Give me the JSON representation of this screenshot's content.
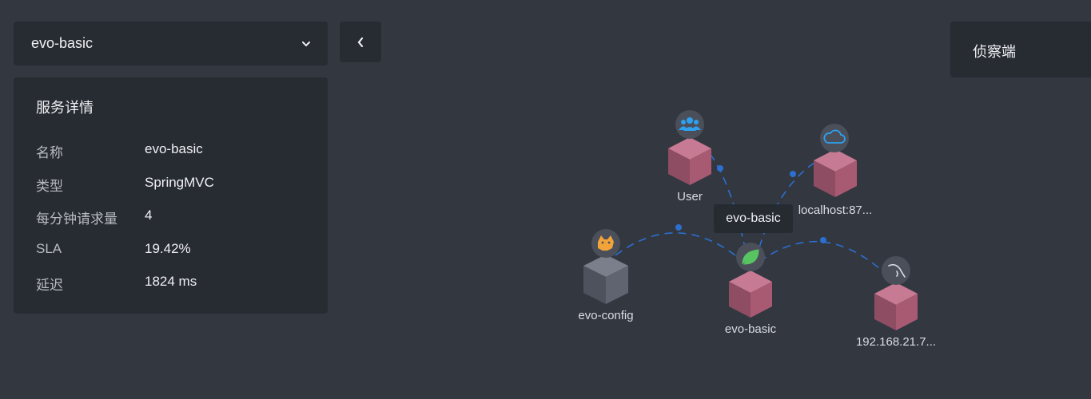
{
  "service_selector": {
    "value": "evo-basic"
  },
  "details": {
    "title": "服务详情",
    "rows": [
      {
        "key": "名称",
        "value": "evo-basic"
      },
      {
        "key": "类型",
        "value": "SpringMVC"
      },
      {
        "key": "每分钟请求量",
        "value": "4"
      },
      {
        "key": "SLA",
        "value": "19.42%"
      },
      {
        "key": "延迟",
        "value": "1824 ms"
      }
    ]
  },
  "detective_button": {
    "label": "侦察端"
  },
  "tooltip": {
    "text": "evo-basic"
  },
  "topology": {
    "nodes": [
      {
        "label": "User",
        "icon": "users-icon"
      },
      {
        "label": "localhost:87...",
        "icon": "cloud-icon"
      },
      {
        "label": "evo-config",
        "icon": "tomcat-icon"
      },
      {
        "label": "evo-basic",
        "icon": "spring-leaf-icon"
      },
      {
        "label": "192.168.21.7...",
        "icon": "mysql-dolphin-icon"
      }
    ]
  },
  "colors": {
    "node": "#b05a77",
    "node_dark": "#5f6470",
    "link": "#2c6fcf",
    "accent": "#2fa0f0"
  }
}
